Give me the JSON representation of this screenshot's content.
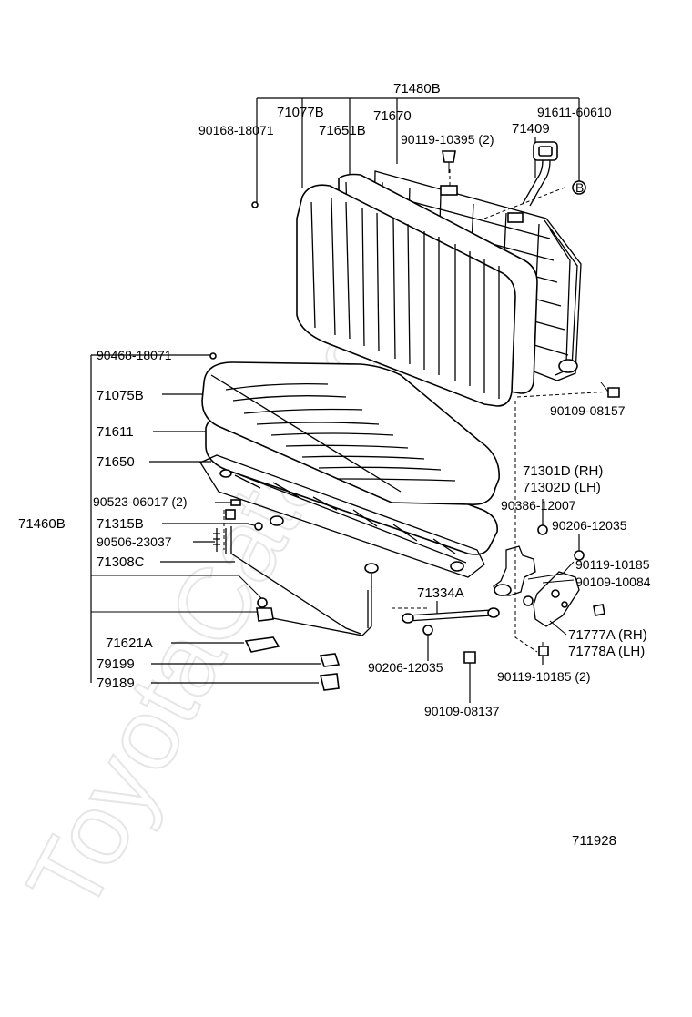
{
  "diagram_id": "711928",
  "watermark": "ToyotaCatalog.ru",
  "labels": {
    "l71480B": "71480B",
    "l71077B": "71077B",
    "l71670": "71670",
    "l91611": "91611-60610",
    "l90168": "90168-18071",
    "l71651B": "71651B",
    "l71409": "71409",
    "l90119_10395": "90119-10395 (2)",
    "l90468": "90468-18071",
    "l71075B": "71075B",
    "l71611": "71611",
    "l71650": "71650",
    "l90523": "90523-06017 (2)",
    "l71460B": "71460B",
    "l71315B": "71315B",
    "l90506": "90506-23037",
    "l71308C": "71308C",
    "l71621A": "71621A",
    "l79199": "79199",
    "l79189": "79189",
    "l90109_08157": "90109-08157",
    "l71301D": "71301D (RH)",
    "l71302D": "71302D (LH)",
    "l90386": "90386-12007",
    "l90206_r": "90206-12035",
    "l90119_10185": "90119-10185",
    "l90109_10084": "90109-10084",
    "l71334A": "71334A",
    "l71777A": "71777A (RH)",
    "l71778A": "71778A (LH)",
    "l90206_b": "90206-12035",
    "l90119_10185_2": "90119-10185 (2)",
    "l90109_08137": "90109-08137",
    "callout_b": "B"
  }
}
